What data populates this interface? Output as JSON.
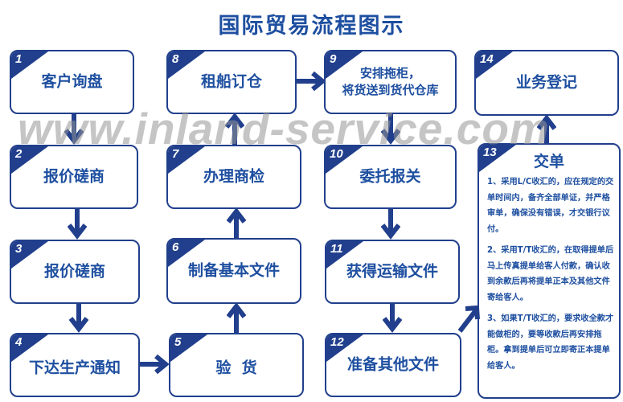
{
  "title": "国际贸易流程图示",
  "watermark": "www.inland-service.com",
  "colors": {
    "primary": "#213f8c",
    "text": "#1e4fa0",
    "watermark": "#969696",
    "background": "#ffffff"
  },
  "steps": [
    {
      "num": "1",
      "label": "客户询盘"
    },
    {
      "num": "2",
      "label": "报价磋商"
    },
    {
      "num": "3",
      "label": "报价磋商"
    },
    {
      "num": "4",
      "label": "下达生产通知"
    },
    {
      "num": "5",
      "label": "验  货"
    },
    {
      "num": "6",
      "label": "制备基本文件"
    },
    {
      "num": "7",
      "label": "办理商检"
    },
    {
      "num": "8",
      "label": "租船订仓"
    },
    {
      "num": "9",
      "label_line1": "安排拖柜，",
      "label_line2": "将货送到货代仓库"
    },
    {
      "num": "10",
      "label": "委托报关"
    },
    {
      "num": "11",
      "label": "获得运输文件"
    },
    {
      "num": "12",
      "label": "准备其他文件"
    },
    {
      "num": "13",
      "label": "交单",
      "notes": [
        "1、采用L/C收汇的，应在规定的交单时间内，备齐全部单证，并严格审单，确保没有错误，才交银行议付。",
        "2、采用T/T收汇的，在取得提单后马上传真提单给客人付款，确认收到余款后再将提单正本及其他文件寄给客人。",
        "3、如果T/T收汇的，要求收全款才能做柜的，要等收款后再安排拖柜。拿到提单后可立即寄正本提单给客人。"
      ]
    },
    {
      "num": "14",
      "label": "业务登记"
    }
  ],
  "flow": [
    "1→2",
    "2→3",
    "3→4",
    "4→5",
    "5→6",
    "6→7",
    "7→8",
    "8→9",
    "9→10",
    "10→11",
    "11→12",
    "12→13",
    "13→14"
  ]
}
